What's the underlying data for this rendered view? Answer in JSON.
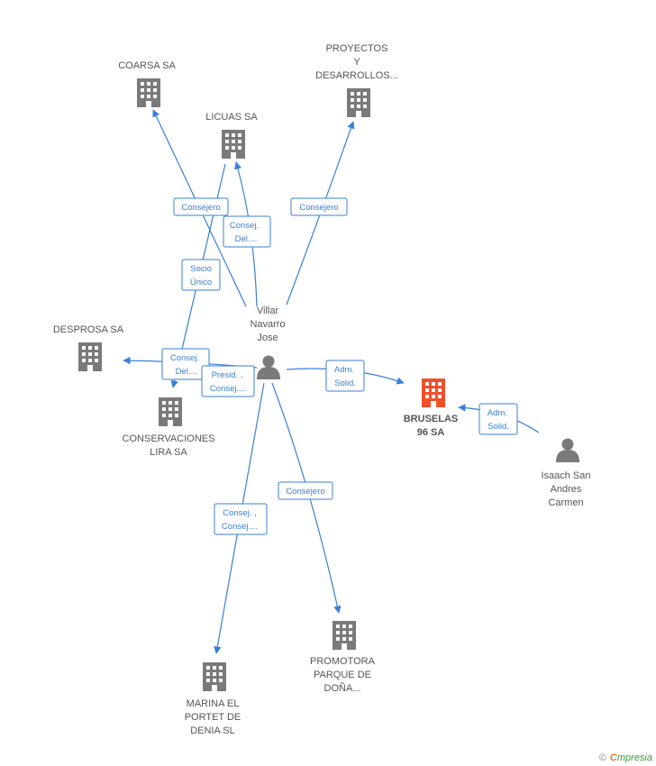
{
  "colors": {
    "company": "#7a7a7a",
    "focus": "#f0502a",
    "edge": "#3a7fd5",
    "person": "#7a7a7a"
  },
  "nodes": [
    {
      "id": "coarsa",
      "type": "company",
      "lines": [
        "COARSA SA"
      ]
    },
    {
      "id": "proyectos",
      "type": "company",
      "lines": [
        "PROYECTOS",
        "Y",
        "DESARROLLOS..."
      ]
    },
    {
      "id": "licuas",
      "type": "company",
      "lines": [
        "LICUAS SA"
      ]
    },
    {
      "id": "desprosa",
      "type": "company",
      "lines": [
        "DESPROSA SA"
      ]
    },
    {
      "id": "conservaciones",
      "type": "company",
      "lines": [
        "CONSERVACIONES",
        "LIRA SA"
      ]
    },
    {
      "id": "bruselas",
      "type": "focus",
      "lines": [
        "BRUSELAS",
        "96 SA"
      ]
    },
    {
      "id": "villar",
      "type": "person",
      "lines": [
        "Villar",
        "Navarro",
        "Jose"
      ]
    },
    {
      "id": "isaach",
      "type": "person",
      "lines": [
        "Isaach San",
        "Andres",
        "Carmen"
      ]
    },
    {
      "id": "marina",
      "type": "company",
      "lines": [
        "MARINA EL",
        "PORTET DE",
        "DENIA SL"
      ]
    },
    {
      "id": "promotora",
      "type": "company",
      "lines": [
        "PROMOTORA",
        "PARQUE DE",
        "DOÑA..."
      ]
    }
  ],
  "relations": [
    {
      "id": "r-coarsa",
      "lines": [
        "Consejero"
      ]
    },
    {
      "id": "r-licuas",
      "lines": [
        "Consej.",
        "Del...."
      ]
    },
    {
      "id": "r-proyectos",
      "lines": [
        "Consejero"
      ]
    },
    {
      "id": "r-socio",
      "lines": [
        "Socio",
        "Único"
      ]
    },
    {
      "id": "r-desprosa",
      "lines": [
        "Consej.",
        "Del...."
      ]
    },
    {
      "id": "r-conservaciones",
      "lines": [
        "Presid. ,",
        "Consej...."
      ]
    },
    {
      "id": "r-bruselas-villar",
      "lines": [
        "Adm.",
        "Solid."
      ]
    },
    {
      "id": "r-bruselas-isaach",
      "lines": [
        "Adm.",
        "Solid."
      ]
    },
    {
      "id": "r-marina",
      "lines": [
        "Consej. ,",
        "Consej...."
      ]
    },
    {
      "id": "r-promotora",
      "lines": [
        "Consejero"
      ]
    }
  ],
  "watermark": {
    "copyright": "©",
    "brand_initial": "C",
    "brand_rest": "mpresia"
  }
}
